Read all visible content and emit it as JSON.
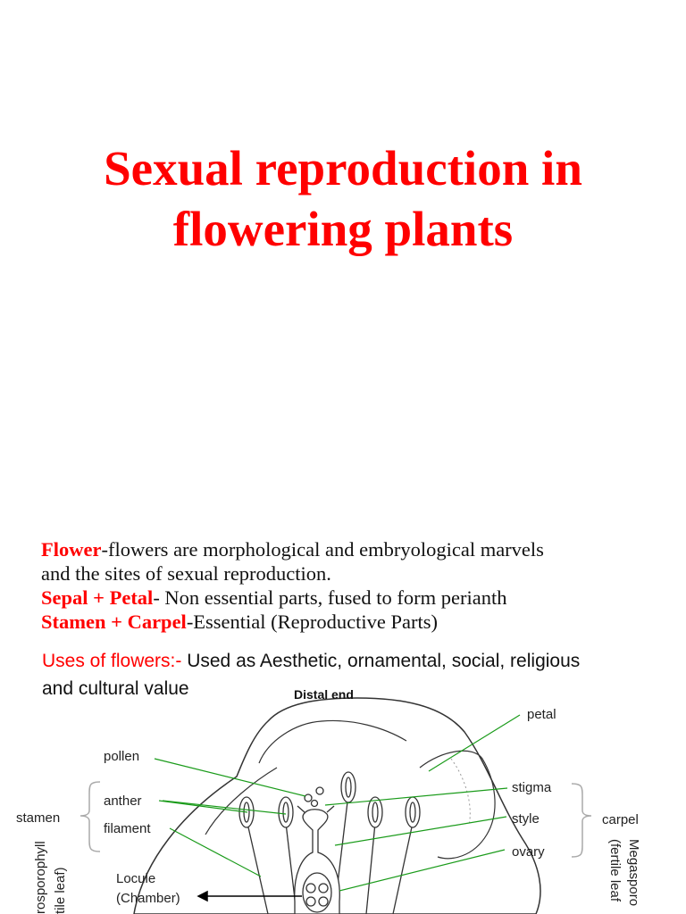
{
  "title": {
    "line1": "Sexual reproduction in",
    "line2": "flowering plants"
  },
  "body": {
    "flower_term": "Flower",
    "flower_def_1": "-flowers are morphological and embryological marvels",
    "flower_def_2": "and the sites of sexual reproduction.",
    "sepal_term": "Sepal + Petal",
    "sepal_def": "- Non essential parts, fused to form perianth",
    "stamen_term": "Stamen + Carpel",
    "stamen_def": "-Essential (Reproductive Parts)",
    "uses_term": "Uses of flowers:-",
    "uses_def_1": " Used as Aesthetic, ornamental, social, religious",
    "uses_def_2": "and cultural value"
  },
  "diagram": {
    "distal_end": "Distal end",
    "petal": "petal",
    "pollen": "pollen",
    "anther": "anther",
    "filament": "filament",
    "stamen": "stamen",
    "microsporophyll_1": "rosporophyll",
    "microsporophyll_2": "tile leaf)",
    "locule_1": "Locule",
    "locule_2": "(Chamber)",
    "stigma": "stigma",
    "style": "style",
    "ovary": "ovary",
    "carpel": "carpel",
    "megasporophyll_1": "Megasporo",
    "megasporophyll_2": "(fertile leaf"
  }
}
